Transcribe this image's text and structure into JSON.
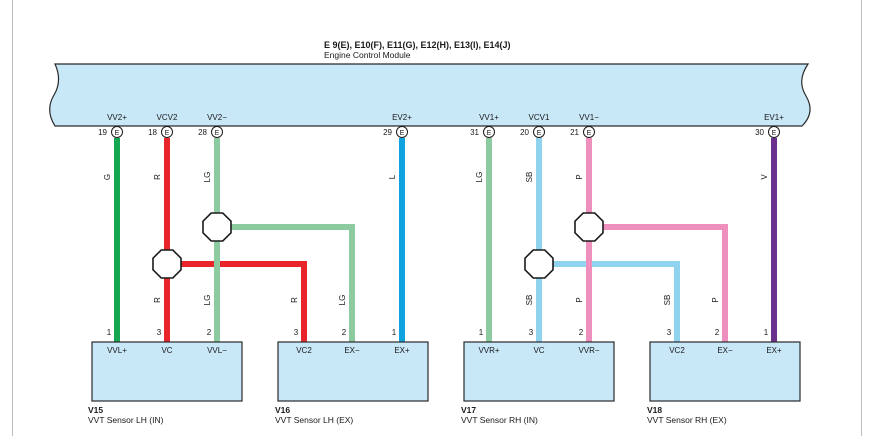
{
  "ecm": {
    "connectors": "E 9(E), E10(F), E11(G), E12(H), E13(I), E14(J)",
    "name": "Engine Control Module"
  },
  "pins": [
    {
      "id": "vv2p",
      "label": "VV2+",
      "num": "19",
      "conn": "E"
    },
    {
      "id": "vcv2",
      "label": "VCV2",
      "num": "18",
      "conn": "E"
    },
    {
      "id": "vv2m",
      "label": "VV2−",
      "num": "28",
      "conn": "E"
    },
    {
      "id": "ev2p",
      "label": "EV2+",
      "num": "29",
      "conn": "E"
    },
    {
      "id": "vv1p",
      "label": "VV1+",
      "num": "31",
      "conn": "E"
    },
    {
      "id": "vcv1",
      "label": "VCV1",
      "num": "20",
      "conn": "E"
    },
    {
      "id": "vv1m",
      "label": "VV1−",
      "num": "21",
      "conn": "E"
    },
    {
      "id": "ev1p",
      "label": "EV1+",
      "num": "30",
      "conn": "E"
    }
  ],
  "wire_colors": {
    "G": "#14a651",
    "R": "#e8262a",
    "LG": "#8ccb9f",
    "L": "#0ea2de",
    "SB": "#8fd3ee",
    "P": "#ee8fbd",
    "V": "#6b2f8e"
  },
  "wire_labels": [
    {
      "id": "w-vv2p-top",
      "text": "G"
    },
    {
      "id": "w-vcv2-top",
      "text": "R"
    },
    {
      "id": "w-vv2m-top",
      "text": "LG"
    },
    {
      "id": "w-ev2p-top",
      "text": "L"
    },
    {
      "id": "w-vv1p-top",
      "text": "LG"
    },
    {
      "id": "w-vcv1-top",
      "text": "SB"
    },
    {
      "id": "w-vv1m-top",
      "text": "P"
    },
    {
      "id": "w-ev1p-top",
      "text": "V"
    },
    {
      "id": "w-vc-lh-bot",
      "text": "R"
    },
    {
      "id": "w-vvl-bot",
      "text": "LG"
    },
    {
      "id": "w-vc2-lh-bot",
      "text": "R"
    },
    {
      "id": "w-exm-lh-bot",
      "text": "LG"
    },
    {
      "id": "w-vc-rh-bot",
      "text": "SB"
    },
    {
      "id": "w-vvr-bot",
      "text": "P"
    },
    {
      "id": "w-vc2-rh-bot",
      "text": "SB"
    },
    {
      "id": "w-exm-rh-bot",
      "text": "P"
    }
  ],
  "sensors": [
    {
      "code": "V15",
      "name": "VVT Sensor LH (IN)",
      "pins": [
        {
          "num": "1",
          "label": "VVL+"
        },
        {
          "num": "3",
          "label": "VC"
        },
        {
          "num": "2",
          "label": "VVL−"
        }
      ]
    },
    {
      "code": "V16",
      "name": "VVT Sensor LH (EX)",
      "pins": [
        {
          "num": "3",
          "label": "VC2"
        },
        {
          "num": "2",
          "label": "EX−"
        },
        {
          "num": "1",
          "label": "EX+"
        }
      ]
    },
    {
      "code": "V17",
      "name": "VVT Sensor RH (IN)",
      "pins": [
        {
          "num": "1",
          "label": "VVR+"
        },
        {
          "num": "3",
          "label": "VC"
        },
        {
          "num": "2",
          "label": "VVR−"
        }
      ]
    },
    {
      "code": "V18",
      "name": "VVT Sensor RH (EX)",
      "pins": [
        {
          "num": "3",
          "label": "VC2"
        },
        {
          "num": "2",
          "label": "EX−"
        },
        {
          "num": "1",
          "label": "EX+"
        }
      ]
    }
  ]
}
